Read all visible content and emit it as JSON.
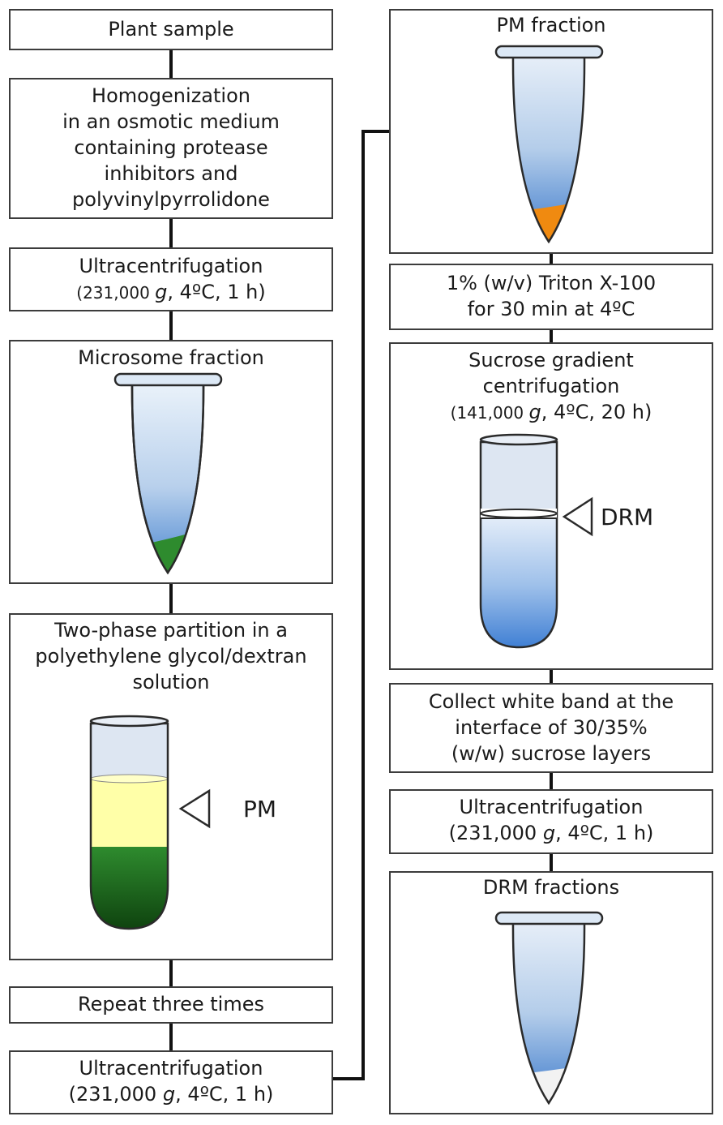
{
  "left_column": {
    "plant_sample": "Plant sample",
    "homogenization": {
      "line1": "Homogenization",
      "line2": "in an osmotic medium",
      "line3": "containing protease",
      "line4": "inhibitors and",
      "line5": "polyvinylpyrrolidone"
    },
    "ultracentrifugation_1": {
      "line1": "Ultracentrifugation",
      "line2_a": "(231,000 ",
      "line2_g": "g",
      "line2_b": ", 4ºC, 1 h)"
    },
    "microsome_fraction": "Microsome fraction",
    "two_phase": {
      "line1": "Two-phase partition in a",
      "line2": "polyethylene glycol/dextran",
      "line3": "solution",
      "marker_label": "PM"
    },
    "repeat": "Repeat three times",
    "ultracentrifugation_2": {
      "line1": "Ultracentrifugation",
      "line2_a": "(231,000 ",
      "line2_g": "g",
      "line2_b": ", 4ºC, 1 h)"
    }
  },
  "right_column": {
    "pm_fraction": "PM fraction",
    "triton": {
      "line1": "1% (w/v) Triton X-100",
      "line2": "for 30 min at 4ºC"
    },
    "sucrose": {
      "line1": "Sucrose gradient",
      "line2": "centrifugation",
      "line3_a": "(141,000 ",
      "line3_g": "g",
      "line3_b": ", 4ºC, 20 h)",
      "marker_label": "DRM"
    },
    "collect": {
      "line1": "Collect white band at the",
      "line2": "interface of 30/35%",
      "line3": "(w/w) sucrose layers"
    },
    "ultracentrifugation_3": {
      "line1": "Ultracentrifugation",
      "line2_a": "(231,000 ",
      "line2_g": "g",
      "line2_b": ", 4ºC, 1 h)"
    },
    "drm_fractions": "DRM fractions"
  },
  "colors": {
    "tube_blue_light": "#e4eef8",
    "tube_blue_dark": "#4a86d0",
    "pellet_green": "#2e8b2e",
    "pellet_orange": "#f08a10",
    "pellet_white": "#f0f0f0",
    "pm_yellow": "#ffffa8",
    "dark_green": "#1a6e1a",
    "gradient_blue": "#3a7bd0"
  }
}
